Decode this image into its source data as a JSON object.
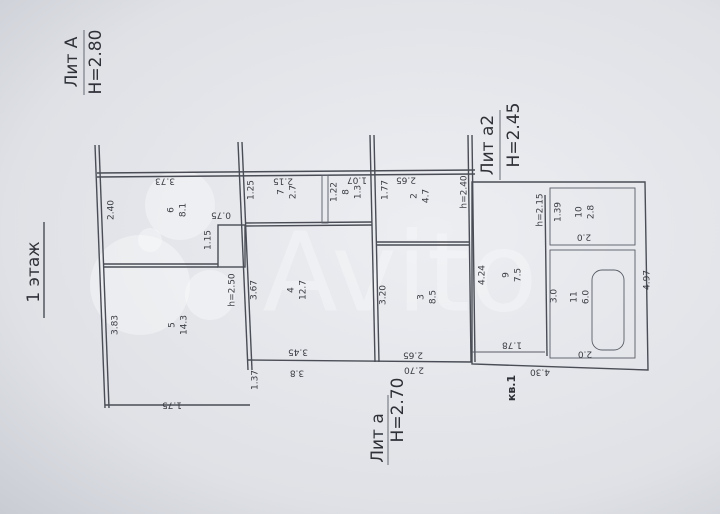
{
  "floor_label": "1 этаж",
  "headers": {
    "lit_A": {
      "name": "Лит А",
      "height": "H=2.80"
    },
    "lit_a2": {
      "name": "Лит а2",
      "height": "H=2.45"
    },
    "lit_a": {
      "name": "Лит а",
      "height": "H=2.70"
    }
  },
  "apartment_label": "кв.1",
  "rooms": [
    {
      "number": "2",
      "area": "4.7"
    },
    {
      "number": "3",
      "area": "8.5"
    },
    {
      "number": "4",
      "area": "12.7"
    },
    {
      "number": "5",
      "area": "14.3"
    },
    {
      "number": "6",
      "area": "8.1"
    },
    {
      "number": "7",
      "area": "2.7"
    },
    {
      "number": "8",
      "area": "1.3"
    },
    {
      "number": "9",
      "area": "7.5"
    },
    {
      "number": "10",
      "area": "2.8"
    },
    {
      "number": "11",
      "area": "6.0"
    }
  ],
  "dimensions": {
    "d373": "3.73",
    "d240": "2.40",
    "d075": "0.75",
    "d115": "1.15",
    "d125": "1.25",
    "d215": "2.15",
    "d122": "1.22",
    "d107": "1.07",
    "d177": "1.77",
    "d265a": "2.65",
    "h240": "h=2.40",
    "h250": "h=2.50",
    "d367": "3.67",
    "d383": "3.83",
    "d345": "3.45",
    "d38": "3.8",
    "d137": "1.37",
    "d175": "1.75",
    "d320": "3.20",
    "d265b": "2.65",
    "d270": "2.70",
    "d424": "4.24",
    "d178": "1.78",
    "d430": "4.30",
    "h215": "h=2.15",
    "d139": "1.39",
    "d20a": "2.0",
    "d30": "3.0",
    "d20b": "2.0",
    "d497": "4.97"
  },
  "watermark": "Avito"
}
